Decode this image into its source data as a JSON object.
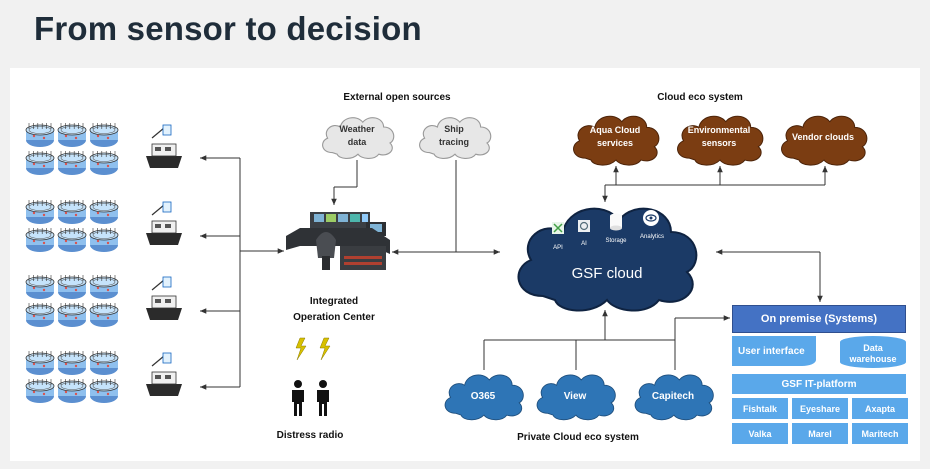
{
  "slide_title": "From sensor to decision",
  "labels": {
    "external_sources": "External open sources",
    "cloud_eco": "Cloud eco system",
    "ioc_line1": "Integrated",
    "ioc_line2": "Operation Center",
    "distress": "Distress radio",
    "private_cloud": "Private Cloud eco system"
  },
  "external_clouds": [
    {
      "line1": "Weather",
      "line2": "data"
    },
    {
      "line1": "Ship",
      "line2": "tracing"
    }
  ],
  "eco_clouds": [
    {
      "line1": "Aqua Cloud",
      "line2": "services"
    },
    {
      "line1": "Environmental",
      "line2": "sensors"
    },
    {
      "line1": "Vendor clouds",
      "line2": ""
    }
  ],
  "gsf_cloud": {
    "title": "GSF cloud",
    "items": [
      {
        "label": "API",
        "icon": "api-icon"
      },
      {
        "label": "AI",
        "icon": "ai-icon"
      },
      {
        "label": "Storage",
        "icon": "storage-icon"
      },
      {
        "label": "Analytics",
        "icon": "analytics-icon"
      }
    ]
  },
  "private_clouds": [
    "O365",
    "View",
    "Capitech"
  ],
  "on_premise": {
    "header": "On premise (Systems)",
    "user_interface": "User interface",
    "data_warehouse_line1": "Data",
    "data_warehouse_line2": "warehouse",
    "platform": "GSF IT-platform",
    "systems": [
      "Fishtalk",
      "Eyeshare",
      "Axapta",
      "Valka",
      "Marel",
      "Maritech"
    ]
  },
  "colors": {
    "background": "#f1f1f1",
    "panel": "#ffffff",
    "title": "#1f2d3a",
    "gray_cloud": "#e7e7e7",
    "brown_cloud": "#7b3d12",
    "navy_cloud": "#1b3a66",
    "blue_cloud": "#2e75b6",
    "premise_header": "#4472c4",
    "premise_box": "#5aa8ea"
  }
}
